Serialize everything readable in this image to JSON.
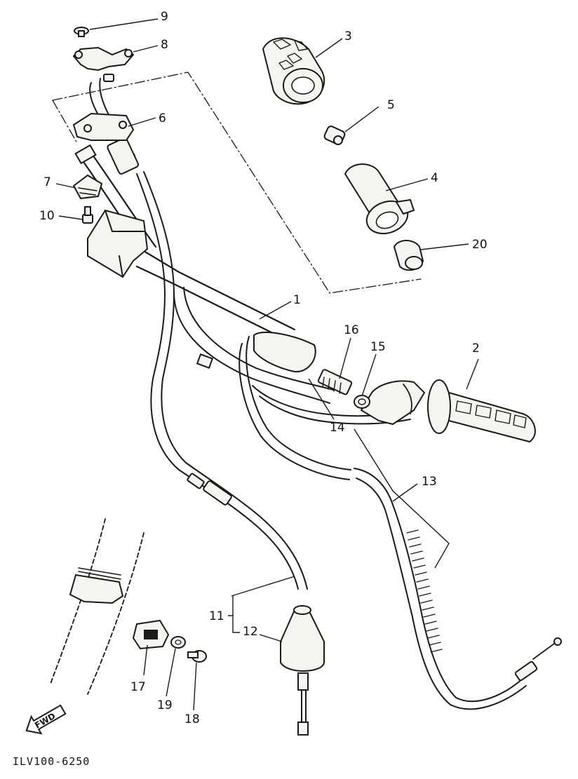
{
  "diagram": {
    "callouts": [
      "1",
      "2",
      "3",
      "4",
      "5",
      "6",
      "7",
      "8",
      "9",
      "10",
      "11",
      "12",
      "13",
      "14",
      "15",
      "16",
      "17",
      "18",
      "19",
      "20"
    ],
    "fwd_label": "FWD",
    "figure_code": "ILV100-6250"
  }
}
